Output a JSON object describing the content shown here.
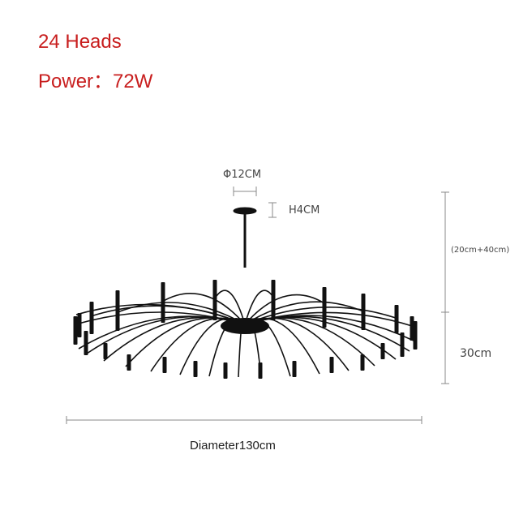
{
  "specs": {
    "heads": "24 Heads",
    "power": "Power：72W"
  },
  "dimensions": {
    "canopy_diameter": "Φ12CM",
    "canopy_height": "H4CM",
    "drop_range": "(20cm+40cm)",
    "body_height": "30cm",
    "diameter": "Diameter130cm"
  },
  "colors": {
    "title": "#c81e1e",
    "fixture": "#111111",
    "dimension_lines": "#888888"
  }
}
